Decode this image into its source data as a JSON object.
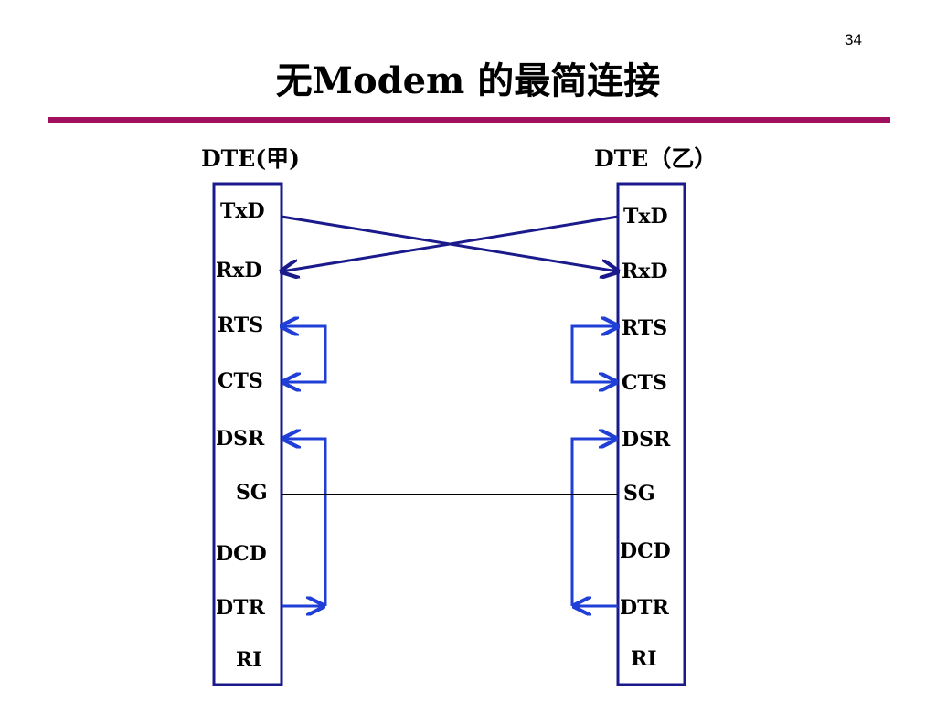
{
  "page_number": "34",
  "title": "无Modem 的最简连接",
  "left_dte": {
    "label": "DTE(甲)",
    "pins": [
      "TxD",
      "RxD",
      "RTS",
      "CTS",
      "DSR",
      "SG",
      "DCD",
      "DTR",
      "RI"
    ]
  },
  "right_dte": {
    "label": "DTE（乙）",
    "pins": [
      "TxD",
      "RxD",
      "RTS",
      "CTS",
      "DSR",
      "SG",
      "DCD",
      "DTR",
      "RI"
    ]
  },
  "connections": [
    {
      "from": "left.TxD",
      "to": "right.RxD",
      "type": "cross"
    },
    {
      "from": "right.TxD",
      "to": "left.RxD",
      "type": "cross"
    },
    {
      "from": "left.RTS",
      "to": "left.CTS",
      "type": "loopback"
    },
    {
      "from": "right.RTS",
      "to": "right.CTS",
      "type": "loopback"
    },
    {
      "from": "left.DTR",
      "to": "left.DSR",
      "type": "loopback"
    },
    {
      "from": "right.DTR",
      "to": "right.DSR",
      "type": "loopback"
    },
    {
      "from": "left.SG",
      "to": "right.SG",
      "type": "straight"
    }
  ],
  "colors": {
    "box": "#1a1a8c",
    "cross_wire": "#1a1a8c",
    "loop_wire": "#1f3fd6",
    "ground_wire": "#000000",
    "title_rule": "#a0105f"
  }
}
